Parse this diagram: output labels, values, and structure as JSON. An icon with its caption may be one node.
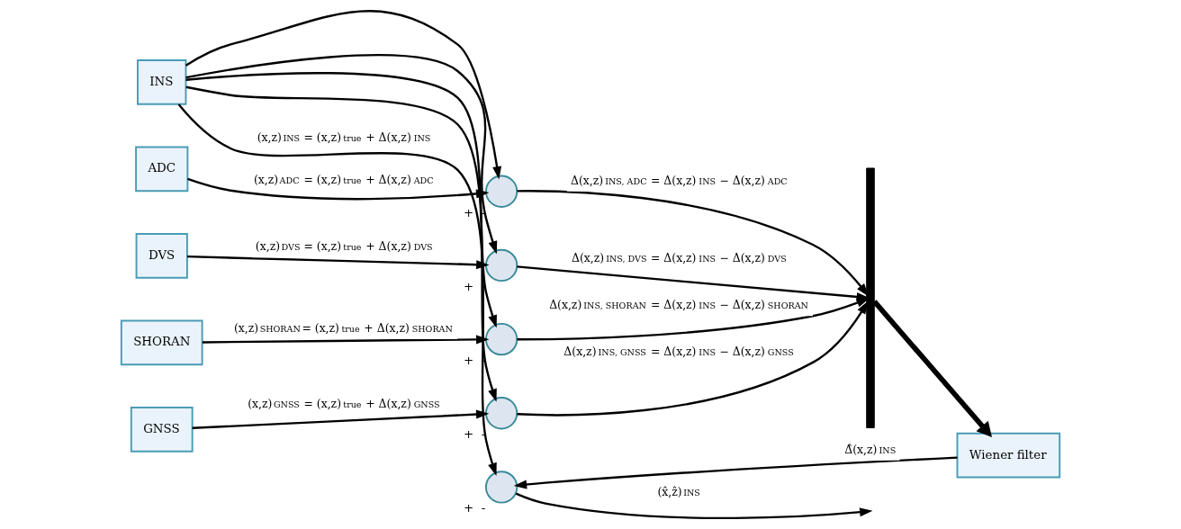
{
  "diagram": {
    "nodes": [
      {
        "text": [
          "INS"
        ]
      },
      {
        "text": [
          "ADC"
        ]
      },
      {
        "text": [
          "DVS"
        ]
      },
      {
        "text": [
          "SHORAN"
        ]
      },
      {
        "text": [
          "GNSS"
        ]
      },
      {
        "text": [],
        "shape": "circle",
        "beside": [
          "+",
          "-"
        ]
      },
      {
        "text": [],
        "shape": "circle",
        "beside": [
          "+",
          "-"
        ]
      },
      {
        "text": [],
        "shape": "circle",
        "beside": [
          "+",
          "-"
        ]
      },
      {
        "text": [],
        "shape": "circle",
        "beside": [
          "+",
          "-"
        ]
      },
      {
        "text": [],
        "shape": "bar"
      },
      {
        "text": [
          "Wiener filter"
        ]
      },
      {
        "text": [],
        "shape": "circle",
        "beside": [
          "+",
          "-"
        ]
      }
    ],
    "edges": [
      {
        "from": 0,
        "to": 11,
        "arrow": "to",
        "label": "(x,z)$_{INS}$ = (x,z)$_{true}$ + Δ(x,z)$_{INS}$"
      },
      {
        "from": 0,
        "to": 5,
        "arrow": "to"
      },
      {
        "from": 0,
        "to": 6,
        "arrow": "to"
      },
      {
        "from": 0,
        "to": 7,
        "arrow": "to"
      },
      {
        "from": 0,
        "to": 8,
        "arrow": "to"
      },
      {
        "from": 1,
        "to": 5,
        "arrow": "to",
        "label": "(x,z)$_{ADC}$ = (x,z)$_{true}$ + Δ(x,z)$_{ADC}$"
      },
      {
        "from": 2,
        "to": 6,
        "arrow": "to",
        "label": "(x,z)$_{DVS}$ = (x,z)$_{true}$ + Δ(x,z)$_{DVS}$"
      },
      {
        "from": 3,
        "to": 7,
        "arrow": "to",
        "label": "(x,z)$_{SHORAN}$= (x,z)$_{true}$ + Δ(x,z)$_{SHORAN}$"
      },
      {
        "from": 4,
        "to": 8,
        "arrow": "to",
        "label": "(x,z)$_{GNSS}$ = (x,z)$_{true}$ + Δ(x,z)$_{GNSS}$"
      },
      {
        "from": 5,
        "to": 9,
        "arrow": "to",
        "label": "Δ(x,z)$_{INS, ADC}$ = Δ(x,z)$_{INS}$ − Δ(x,z)$_{ADC}$"
      },
      {
        "from": 6,
        "to": 9,
        "arrow": "to",
        "label": "Δ(x,z)$_{INS, DVS}$ = Δ(x,z)$_{INS}$ − Δ(x,z)$_{DVS}$"
      },
      {
        "from": 7,
        "to": 9,
        "arrow": "to",
        "label": "Δ(x,z)$_{INS, SHORAN}$ = Δ(x,z)$_{INS}$ − Δ(x,z)$_{SHORAN}$"
      },
      {
        "from": 8,
        "to": 9,
        "arrow": "to",
        "label": "Δ(x,z)$_{INS, GNSS}$ = Δ(x,z)$_{INS}$ − Δ(x,z)$_{GNSS}$"
      },
      {
        "from": 9,
        "to": 10,
        "arrow": "to",
        "style": "thick"
      },
      {
        "from": 10,
        "to": 11,
        "arrow": "to",
        "label": "Δ̂(x,z)$_{INS}$"
      },
      {
        "from": 11,
        "to": null,
        "arrow": "to",
        "label": "(x̂,ẑ)$_{INS}$"
      }
    ]
  }
}
